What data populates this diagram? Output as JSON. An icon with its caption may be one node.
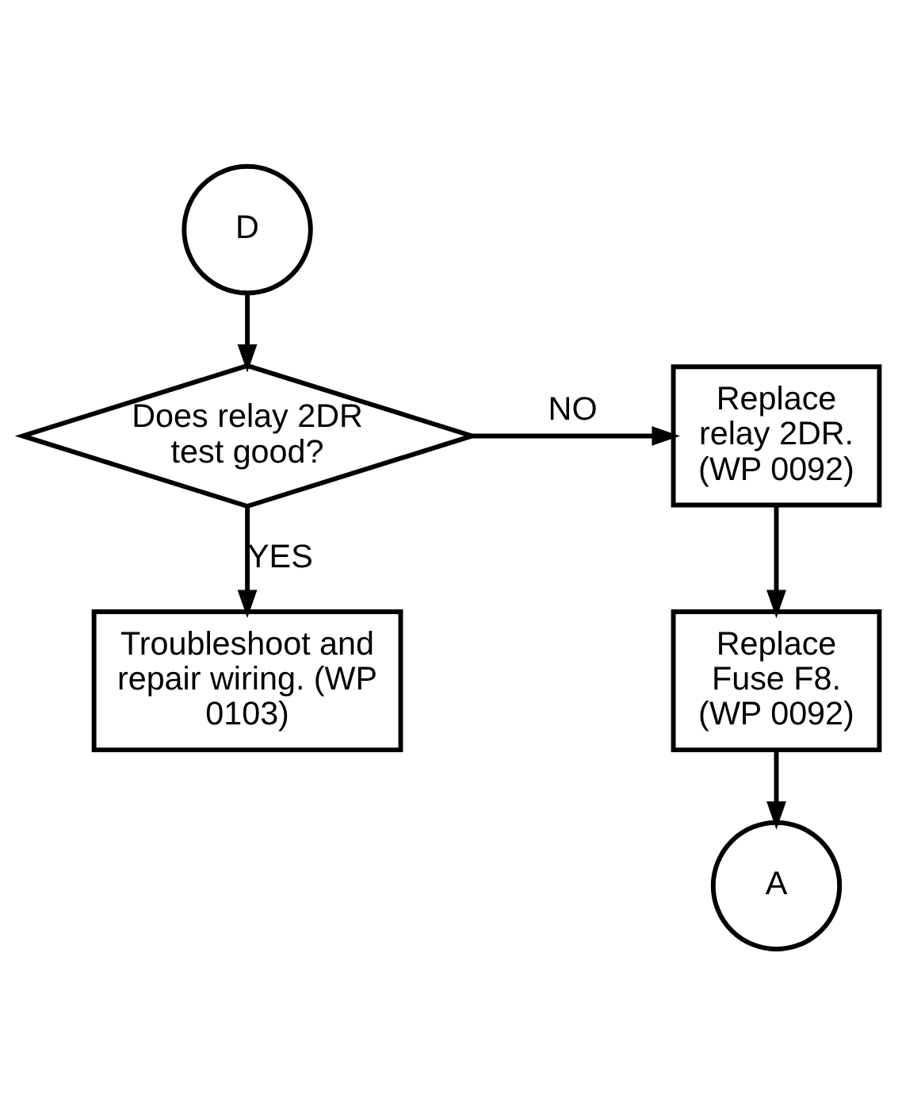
{
  "diagram": {
    "nodes": [
      {
        "text": [
          "D"
        ]
      },
      {
        "text": [
          "Does relay 2DR test good?"
        ]
      },
      {
        "text": [
          "Replace relay 2DR. (WP 0092)"
        ]
      },
      {
        "text": [
          "Replace Fuse F8. (WP 0092)"
        ]
      },
      {
        "text": [
          "Troubleshoot and repair wiring. (WP 0103)"
        ]
      },
      {
        "text": [
          "A"
        ]
      }
    ],
    "edges": [
      {
        "from": 0,
        "to": 1,
        "arrow": "to"
      },
      {
        "from": 1,
        "to": 2,
        "arrow": "to",
        "label": "NO"
      },
      {
        "from": 2,
        "to": 3,
        "arrow": "to"
      },
      {
        "from": 3,
        "to": 5,
        "arrow": "to"
      },
      {
        "from": 1,
        "to": 4,
        "arrow": "to",
        "label": "YES"
      }
    ]
  }
}
